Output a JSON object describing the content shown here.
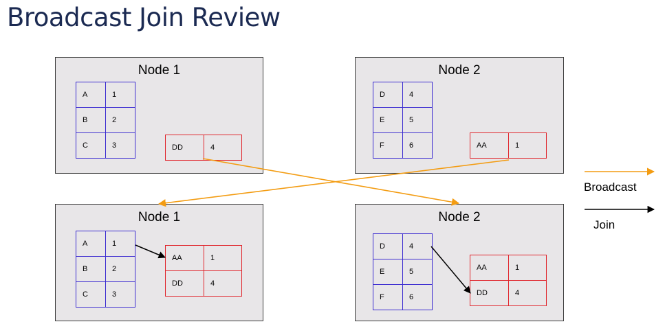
{
  "title": "Broadcast Join Review",
  "nodes": {
    "top_left": {
      "title": "Node 1",
      "blue_rows": [
        [
          "A",
          "1"
        ],
        [
          "B",
          "2"
        ],
        [
          "C",
          "3"
        ]
      ],
      "red_rows": [
        [
          "DD",
          "4"
        ]
      ]
    },
    "top_right": {
      "title": "Node 2",
      "blue_rows": [
        [
          "D",
          "4"
        ],
        [
          "E",
          "5"
        ],
        [
          "F",
          "6"
        ]
      ],
      "red_rows": [
        [
          "AA",
          "1"
        ]
      ]
    },
    "bottom_left": {
      "title": "Node 1",
      "blue_rows": [
        [
          "A",
          "1"
        ],
        [
          "B",
          "2"
        ],
        [
          "C",
          "3"
        ]
      ],
      "red_rows": [
        [
          "AA",
          "1"
        ],
        [
          "DD",
          "4"
        ]
      ]
    },
    "bottom_right": {
      "title": "Node 2",
      "blue_rows": [
        [
          "D",
          "4"
        ],
        [
          "E",
          "5"
        ],
        [
          "F",
          "6"
        ]
      ],
      "red_rows": [
        [
          "AA",
          "1"
        ],
        [
          "DD",
          "4"
        ]
      ]
    }
  },
  "legend": {
    "broadcast": {
      "label": "Broadcast",
      "color": "#f39c12"
    },
    "join": {
      "label": "Join",
      "color": "#000000"
    }
  }
}
